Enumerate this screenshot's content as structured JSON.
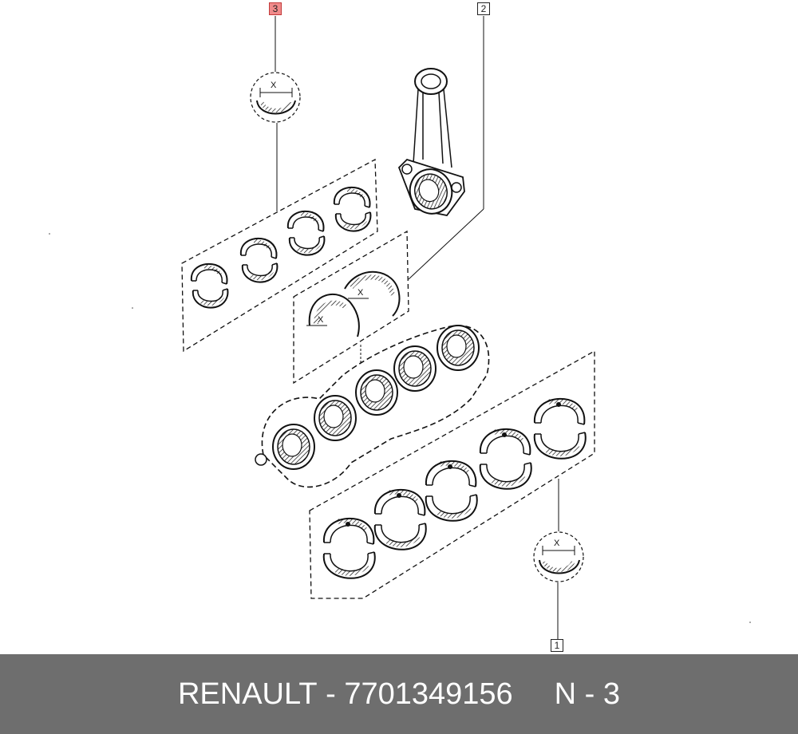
{
  "callouts": [
    {
      "label": "3",
      "highlighted": true,
      "color": "#f08a8a"
    },
    {
      "label": "2",
      "highlighted": false
    },
    {
      "label": "1",
      "highlighted": false
    }
  ],
  "dimension_label": "X",
  "footer": {
    "brand": "RENAULT",
    "separator": " - ",
    "part_number": "7701349156",
    "ref": "N - 3",
    "background": "#6e6e6e"
  }
}
